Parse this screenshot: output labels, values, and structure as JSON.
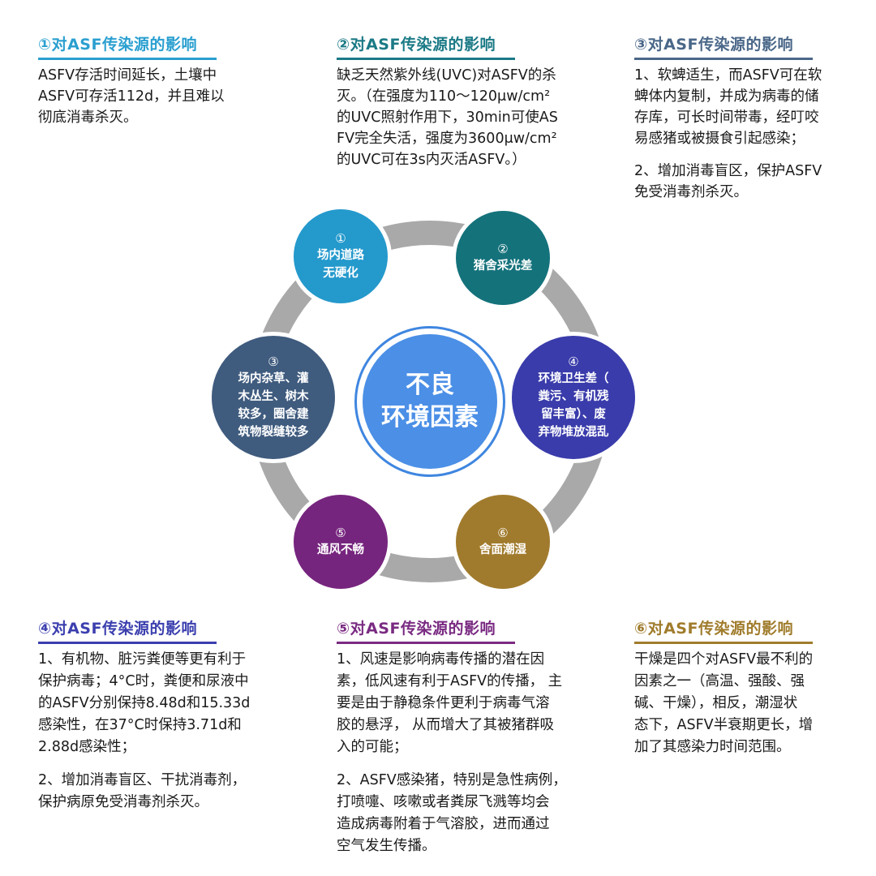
{
  "center": {
    "lines": [
      "不良",
      "环境因素"
    ]
  },
  "nodes": [
    {
      "num": "①",
      "lines": [
        "场内道路",
        "无硬化"
      ],
      "color": "#2499cc"
    },
    {
      "num": "②",
      "lines": [
        "猪舍采光差"
      ],
      "color": "#14727b"
    },
    {
      "num": "③",
      "lines": [
        "场内杂草、灌",
        "木丛生、树木",
        "较多，圈舍建",
        "筑物裂缝较多"
      ],
      "color": "#3f5b7e"
    },
    {
      "num": "④",
      "lines": [
        "环境卫生差（",
        "粪污、有机残",
        "留丰富）、废",
        "弃物堆放混乱"
      ],
      "color": "#3a3cab"
    },
    {
      "num": "⑤",
      "lines": [
        "通风不畅"
      ],
      "color": "#76257e"
    },
    {
      "num": "⑥",
      "lines": [
        "舍面潮湿"
      ],
      "color": "#a17b2d"
    }
  ],
  "ring_color": "#a9a9a9",
  "blocks": [
    {
      "heading": "①对ASF传染源的影响",
      "color": "#2a9fd0",
      "paragraphs": [
        [
          "ASFV存活时间延长，土壤中",
          "ASFV可存活112d，并且难以",
          "彻底消毒杀灭。"
        ]
      ]
    },
    {
      "heading": "②对ASF传染源的影响",
      "color": "#1b7a86",
      "paragraphs": [
        [
          "缺乏天然紫外线(UVC)对ASFV的杀",
          "灭。（在强度为110～120μw/cm²",
          "的UVC照射作用下，30min可使AS",
          "FV完全失活，强度为3600μw/cm²",
          "的UVC可在3s内灭活ASFV。）"
        ]
      ]
    },
    {
      "heading": "③对ASF传染源的影响",
      "color": "#4a6788",
      "paragraphs": [
        [
          "1、软蜱适生，而ASFV可在软",
          "蜱体内复制，并成为病毒的储",
          "存库，可长时间带毒，经叮咬",
          "易感猪或被摄食引起感染；"
        ],
        [
          "2、增加消毒盲区，保护ASFV",
          "免受消毒剂杀灭。"
        ]
      ]
    },
    {
      "heading": "④对ASF传染源的影响",
      "color": "#3b3fae",
      "paragraphs": [
        [
          "1、有机物、脏污粪便等更有利于",
          "保护病毒；4°C时，粪便和尿液中",
          "的ASFV分别保持8.48d和15.33d",
          "感染性，在37°C时保持3.71d和",
          "2.88d感染性；"
        ],
        [
          "2、增加消毒盲区、干扰消毒剂，",
          "保护病原免受消毒剂杀灭。"
        ]
      ]
    },
    {
      "heading": "⑤对ASF传染源的影响",
      "color": "#7a2b82",
      "paragraphs": [
        [
          "1、风速是影响病毒传播的潜在因",
          "素，低风速有利于ASFV的传播， 主",
          "要是由于静稳条件更利于病毒气溶",
          "胶的悬浮， 从而增大了其被猪群吸",
          "入的可能；"
        ],
        [
          "2、ASFV感染猪，特别是急性病例，",
          "打喷嚏、咳嗽或者粪尿飞溅等均会",
          "造成病毒附着于气溶胶，进而通过",
          "空气发生传播。"
        ]
      ]
    },
    {
      "heading": "⑥对ASF传染源的影响",
      "color": "#a07c2c",
      "paragraphs": [
        [
          "干燥是四个对ASFV最不利的",
          "因素之一（高温、强酸、强",
          "碱、干燥），相反，潮湿状",
          "态下，ASFV半衰期更长，增",
          "加了其感染力时间范围。"
        ]
      ]
    }
  ]
}
